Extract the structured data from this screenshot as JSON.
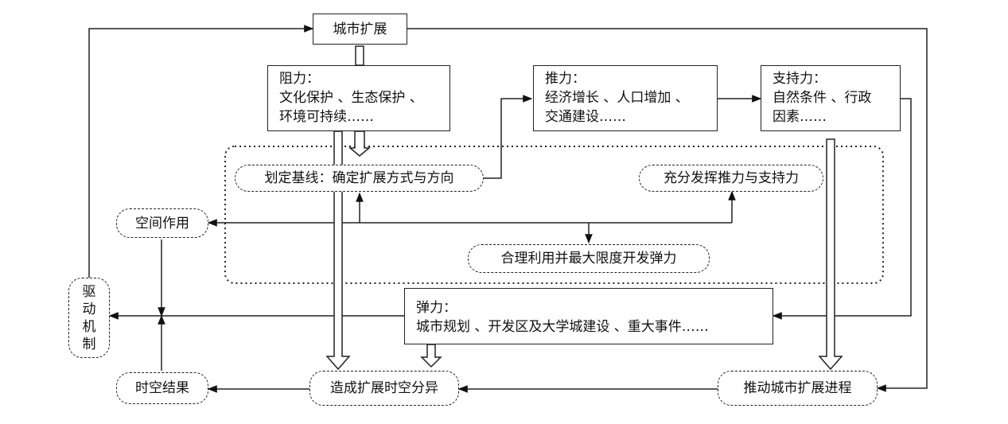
{
  "nodes": {
    "expansion": "城市扩展",
    "resistance": {
      "title": "阻力：",
      "line1": "文化保护 、生态保护 、",
      "line2": "环境可持续……"
    },
    "push": {
      "title": "推力：",
      "line1": "经济增长 、人口增加 、",
      "line2": "交通建设……"
    },
    "support": {
      "title": "支持力：",
      "line1": "自然条件 、行政",
      "line2": "因素……"
    },
    "baseline": "划定基线：确定扩展方式与方向",
    "leverage": "充分发挥推力与支持力",
    "spatial": "空间作用",
    "elasticity_use": "合理利用并最大限度开发弹力",
    "elasticity": {
      "title": "弹力：",
      "line1": "城市规划 、开发区及大学城建设 、重大事件……"
    },
    "driving": [
      "驱",
      "动",
      "机",
      "制"
    ],
    "result": "时空结果",
    "difference": "造成扩展时空分异",
    "promote": "推动城市扩展进程"
  }
}
